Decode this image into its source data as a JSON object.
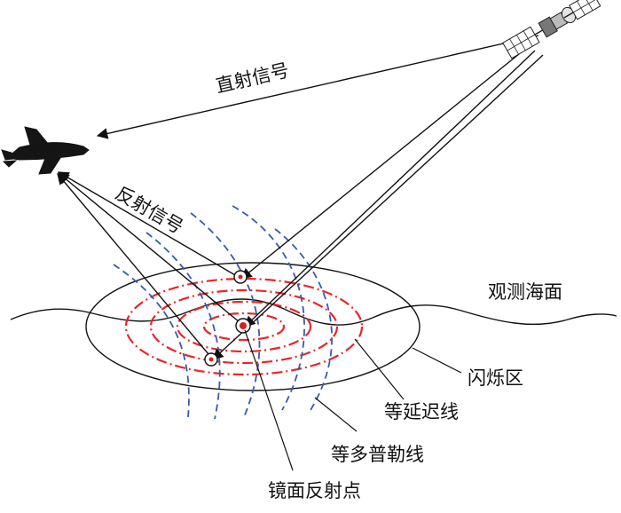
{
  "labels": {
    "direct_signal": "直射信号",
    "reflected_signal": "反射信号",
    "sea_surface": "观测海面",
    "glistening_zone": "闪烁区",
    "iso_delay_line": "等延迟线",
    "iso_doppler_line": "等多普勒线",
    "specular_point": "镜面反射点"
  },
  "colors": {
    "line": "#111111",
    "iso_delay": "#e8262a",
    "iso_doppler": "#3a5ba8",
    "specular_marker": "#d42020"
  },
  "icons": {
    "satellite": "satellite-icon",
    "aircraft": "airplane-icon"
  }
}
